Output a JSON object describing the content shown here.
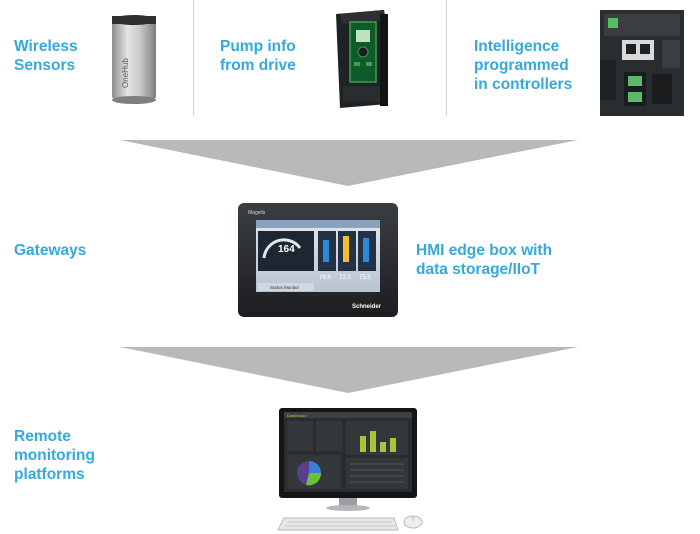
{
  "top_row": {
    "wireless": {
      "label": "Wireless\nSensors",
      "device_text": "OneHub"
    },
    "pump": {
      "label": "Pump info\nfrom drive"
    },
    "controller": {
      "label": "Intelligence\nprogrammed\nin controllers"
    }
  },
  "gateways": {
    "label": "Gateways",
    "hmi_label": "HMI edge box with\ndata storage/IIoT",
    "hmi_brand": "Magelis",
    "hmi_logo": "Schneider",
    "hmi_value": "164",
    "hmi_readouts": [
      "79.9",
      "73.3",
      "75.5"
    ],
    "hmi_footer": "Status Monitor"
  },
  "remote": {
    "label": "Remote\nmonitoring\nplatforms",
    "dashboard_title": "Dashboard"
  },
  "colors": {
    "accent": "#33a9dd",
    "arrow": "#b8b9bb",
    "chart_green": "#a4c73a"
  }
}
